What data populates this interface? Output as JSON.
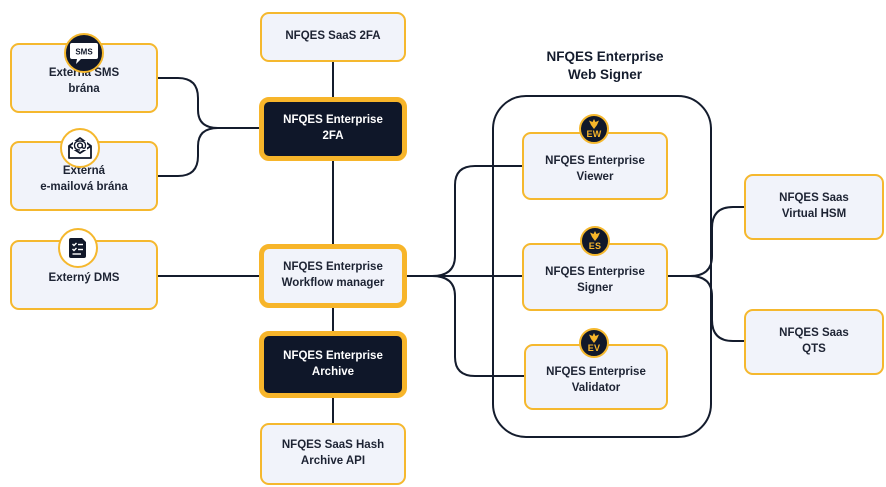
{
  "group": {
    "title": "NFQES Enterprise\nWeb Signer"
  },
  "nodes": {
    "saas_2fa": "NFQES SaaS 2FA",
    "sms_gateway": "Externá SMS\nbrána",
    "email_gateway": "Externá\ne-mailová brána",
    "enterprise_2fa": "NFQES Enterprise\n2FA",
    "dms": "Externý DMS",
    "workflow_manager": "NFQES Enterprise\nWorkflow manager",
    "archive": "NFQES Enterprise\nArchive",
    "hash_archive": "NFQES SaaS Hash\nArchive API",
    "viewer": "NFQES Enterprise\nViewer",
    "signer": "NFQES Enterprise\nSigner",
    "validator": "NFQES Enterprise\nValidator",
    "virtual_hsm": "NFQES Saas\nVirtual HSM",
    "qts": "NFQES Saas\nQTS"
  },
  "icons": {
    "sms_label": "SMS",
    "sms": "sms-bubble-icon",
    "email": "envelope-at-icon",
    "dms": "document-check-icon"
  },
  "badges": {
    "viewer": "EW",
    "signer": "ES",
    "validator": "EV"
  },
  "colors": {
    "accent": "#f7b52a",
    "dark": "#0f1729",
    "box_fill": "#f1f3fa",
    "line": "#141c2d"
  }
}
